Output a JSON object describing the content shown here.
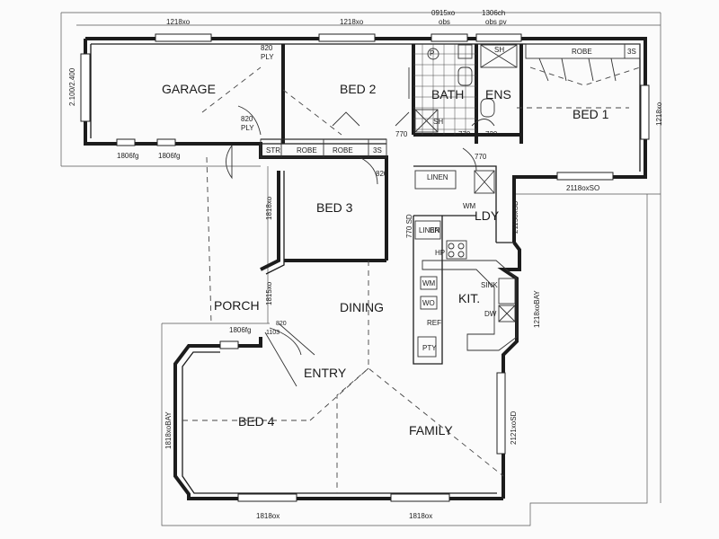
{
  "rooms": {
    "garage": "GARAGE",
    "bed2": "BED 2",
    "bed1": "BED 1",
    "bath": "BATH",
    "ens": "ENS",
    "bed3": "BED 3",
    "ldy": "LDY",
    "porch": "PORCH",
    "dining": "DINING",
    "kit": "KIT.",
    "entry": "ENTRY",
    "bed4": "BED 4",
    "family": "FAMILY"
  },
  "fittings": {
    "str": "STR",
    "robe1": "ROBE",
    "robe2": "ROBE",
    "ss1": "3S",
    "robe3": "ROBE",
    "ss2": "3S",
    "sh1": "SH",
    "sh2": "SH",
    "p": "P",
    "linen1": "LINEN",
    "linen2": "LINEN",
    "br": "BR",
    "wm1": "WM",
    "hp": "HP",
    "sink": "SINK",
    "wm2": "WM",
    "wo": "WO",
    "ref": "REF",
    "dw": "DW",
    "pty": "PTY",
    "door_a1": "820",
    "door_a2": "PLY",
    "door_b1": "820",
    "door_b2": "PLY",
    "d770a": "770",
    "d770b": "770",
    "d720": "720",
    "d770c": "770",
    "d820a": "820",
    "d1103": "1103",
    "d820b": "820"
  },
  "dims": {
    "top1": "1218xo",
    "top2": "1218xo",
    "top3a": "0915xo",
    "top3b": "obs",
    "top4a": "1306ch",
    "top4b": "obs pv",
    "gw1": "1806fg",
    "gw2": "1806fg",
    "b1w": "2118oxSO",
    "pw": "1806fg",
    "b4w": "1818ox",
    "fw": "1818ox",
    "gl": "2.100/2.400",
    "b1r": "1218xo",
    "b3l": "1818xo",
    "dl": "1815xo",
    "ld": "770 SD",
    "lr": "2115oxSD",
    "kr": "1218xoBAY",
    "frr": "2121xoSD",
    "b4l": "1818xoBAY"
  }
}
